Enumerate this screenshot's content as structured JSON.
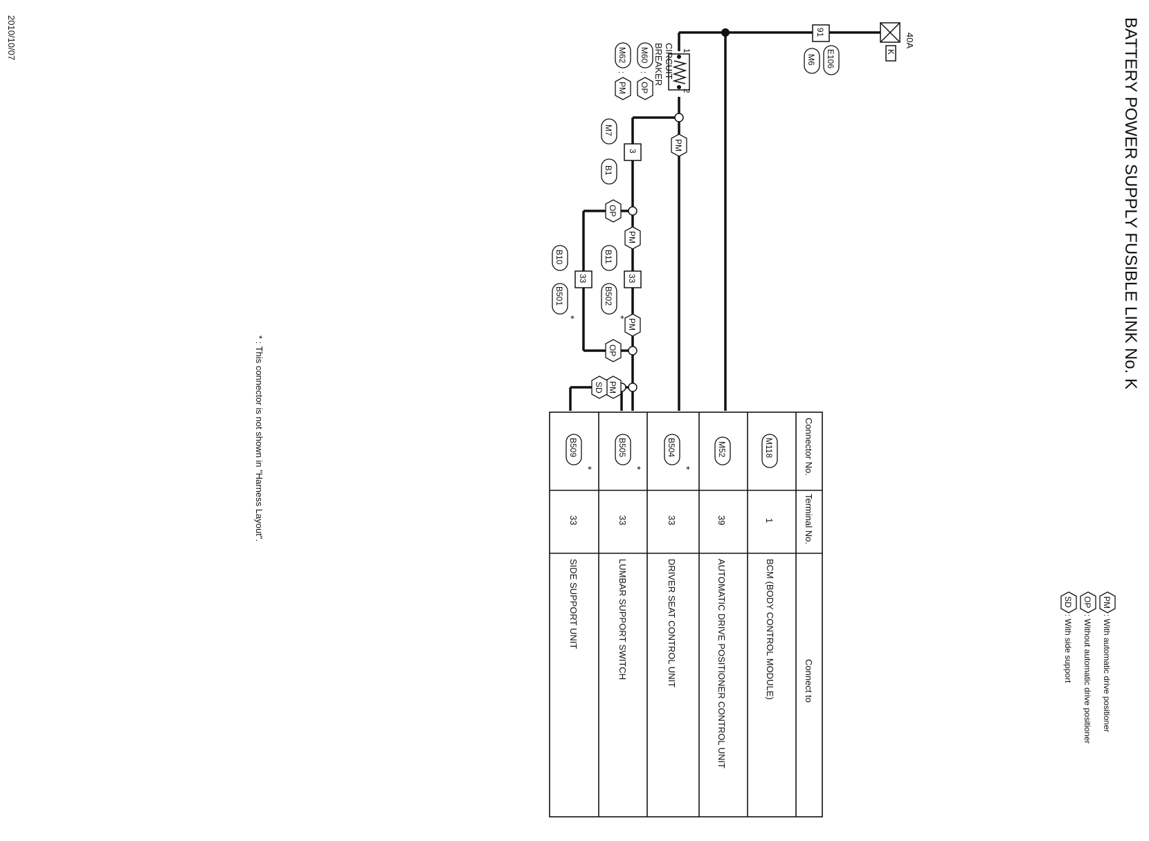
{
  "title": "BATTERY POWER SUPPLY FUSIBLE LINK No. K",
  "date": "2010/10/07",
  "fuse": {
    "rating": "40A",
    "letter": "K"
  },
  "legend": [
    {
      "code": "PM",
      "text": ": With automatic drive positioner"
    },
    {
      "code": "OP",
      "text": ": Without automatic drive positioner"
    },
    {
      "code": "SD",
      "text": ": With side support"
    }
  ],
  "connectors": {
    "top_terminal": "91",
    "top_conn_1": "E106",
    "top_conn_2": "M6",
    "breaker_line1": "CIRCUIT",
    "breaker_line2": "BREAKER",
    "breaker_pin1": "1",
    "breaker_pin2": "2",
    "breaker_sel1_conn": "M60",
    "breaker_sel1_tag": "OP",
    "breaker_sel2_conn": "M62",
    "breaker_sel2_tag": "PM",
    "mid_terminal": "3",
    "mid_conn_1": "M7",
    "mid_conn_2": "B1",
    "left_terminal": "33",
    "left_conn_1": "B10",
    "left_conn_2": "B501",
    "right_terminal": "33",
    "right_conn_1": "B11",
    "right_conn_2": "B502",
    "star": "*",
    "colon": ":"
  },
  "footnote": "* : This connector is not shown in \"Harness Layout\".",
  "table": {
    "headers": [
      "Connector No.",
      "Terminal No.",
      "Connect to"
    ],
    "rows": [
      {
        "connector": "M118",
        "star": "",
        "terminal": "1",
        "connect_to": "BCM (BODY CONTROL MODULE)"
      },
      {
        "connector": "M52",
        "star": "",
        "terminal": "39",
        "connect_to": "AUTOMATIC DRIVE POSITIONER CONTROL UNIT"
      },
      {
        "connector": "B504",
        "star": "*",
        "terminal": "33",
        "connect_to": "DRIVER SEAT CONTROL UNIT"
      },
      {
        "connector": "B505",
        "star": "*",
        "terminal": "33",
        "connect_to": "LUMBAR SUPPORT SWITCH"
      },
      {
        "connector": "B509",
        "star": "*",
        "terminal": "33",
        "connect_to": "SIDE SUPPORT UNIT"
      }
    ]
  }
}
